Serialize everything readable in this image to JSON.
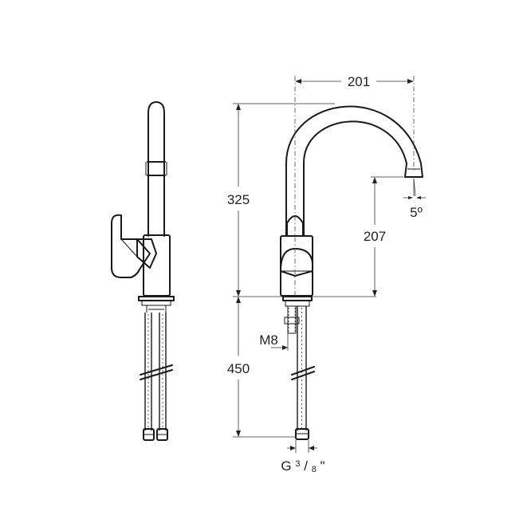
{
  "dimensions": {
    "spout_reach": "201",
    "body_height": "325",
    "spout_clearance": "207",
    "spout_angle": "5º",
    "hose_length": "450",
    "stud_thread": "M8",
    "hose_thread_prefix": "G",
    "hose_thread_num": "3",
    "hose_thread_den": "8",
    "hose_thread_suffix": "\""
  }
}
